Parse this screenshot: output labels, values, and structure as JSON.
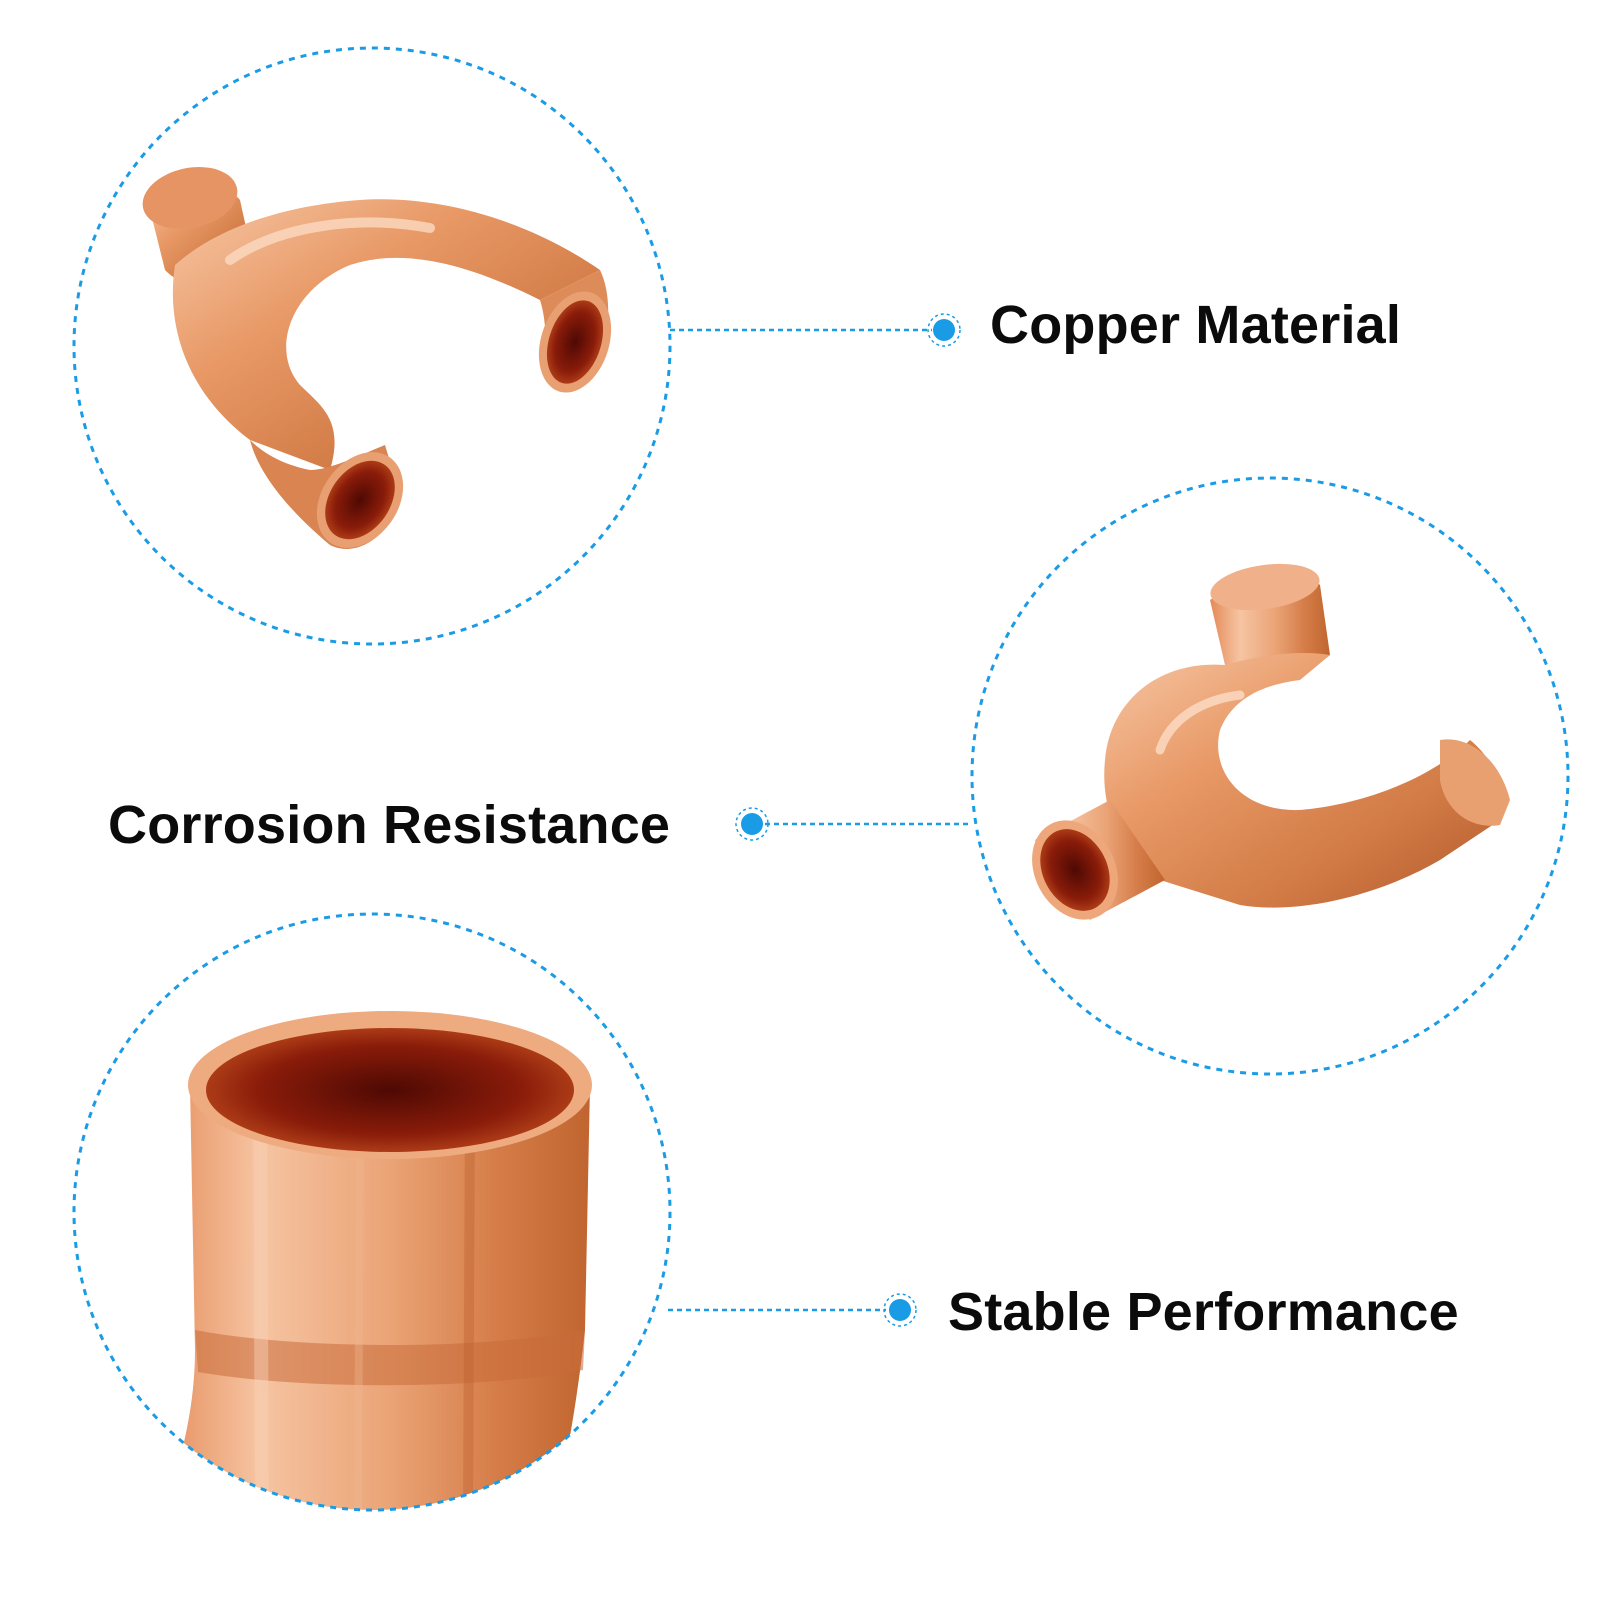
{
  "features": [
    {
      "label": "Copper Material"
    },
    {
      "label": "Corrosion Resistance"
    },
    {
      "label": "Stable Performance"
    }
  ],
  "colors": {
    "accent": "#1a9be6",
    "copper_light": "#f2b58f",
    "copper_mid": "#d9804f",
    "copper_dark": "#a54a20",
    "copper_inside": "#7a1608",
    "text": "#0b0b0b"
  },
  "icons": [
    "connector-dot-icon"
  ]
}
